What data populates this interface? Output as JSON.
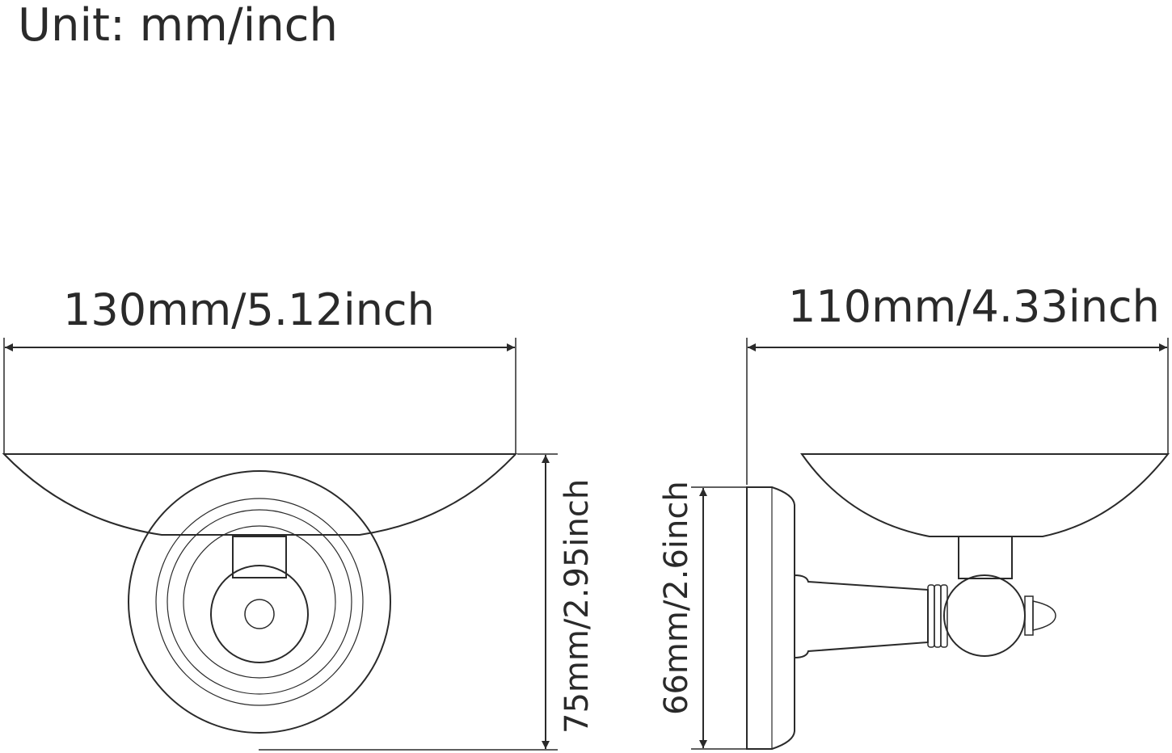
{
  "unit_label": "Unit: mm/inch",
  "dimensions": {
    "front_width": "130mm/5.12inch",
    "front_height": "75mm/2.95inch",
    "side_depth": "110mm/4.33inch",
    "side_plate_height": "66mm/2.6inch"
  },
  "colors": {
    "line": "#2a2a2a",
    "background": "#ffffff"
  }
}
